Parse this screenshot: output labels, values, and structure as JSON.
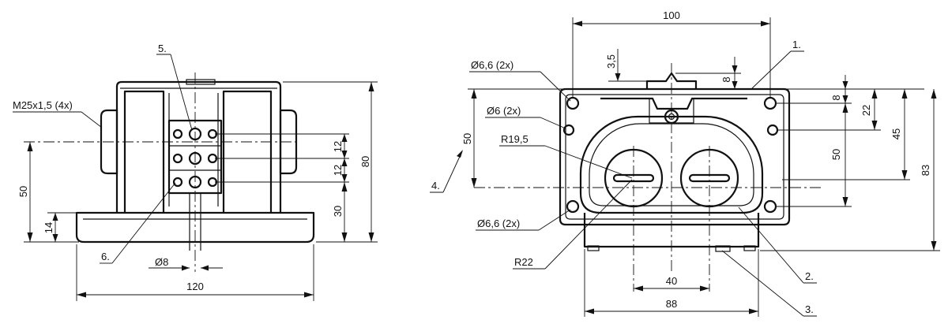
{
  "left_view": {
    "thread": "M25x1,5 (4x)",
    "width": "120",
    "height_total": "80",
    "height_center": "50",
    "base_height": "14",
    "terminal_low": "30",
    "pitch_top": "12",
    "pitch_mid": "12",
    "pin_diameter": "8",
    "callout_5": "5.",
    "callout_6": "6."
  },
  "right_view": {
    "width": "100",
    "hole_outer": "6,6 (2x)",
    "hole_inner": "6  (2x)",
    "hole_bottom": "6,6  (2x)",
    "radius_small": "R19,5",
    "radius_large": "R22",
    "depth_left": "3,5",
    "depth_right": "8",
    "right_8": "8",
    "right_22": "22",
    "right_45": "45",
    "right_50": "50",
    "right_83": "83",
    "left_50": "50",
    "spacing_40": "40",
    "base_88": "88",
    "callout_1": "1.",
    "callout_2": "2.",
    "callout_3": "3.",
    "callout_4": "4."
  },
  "symbols": {
    "diameter": "Ø"
  }
}
